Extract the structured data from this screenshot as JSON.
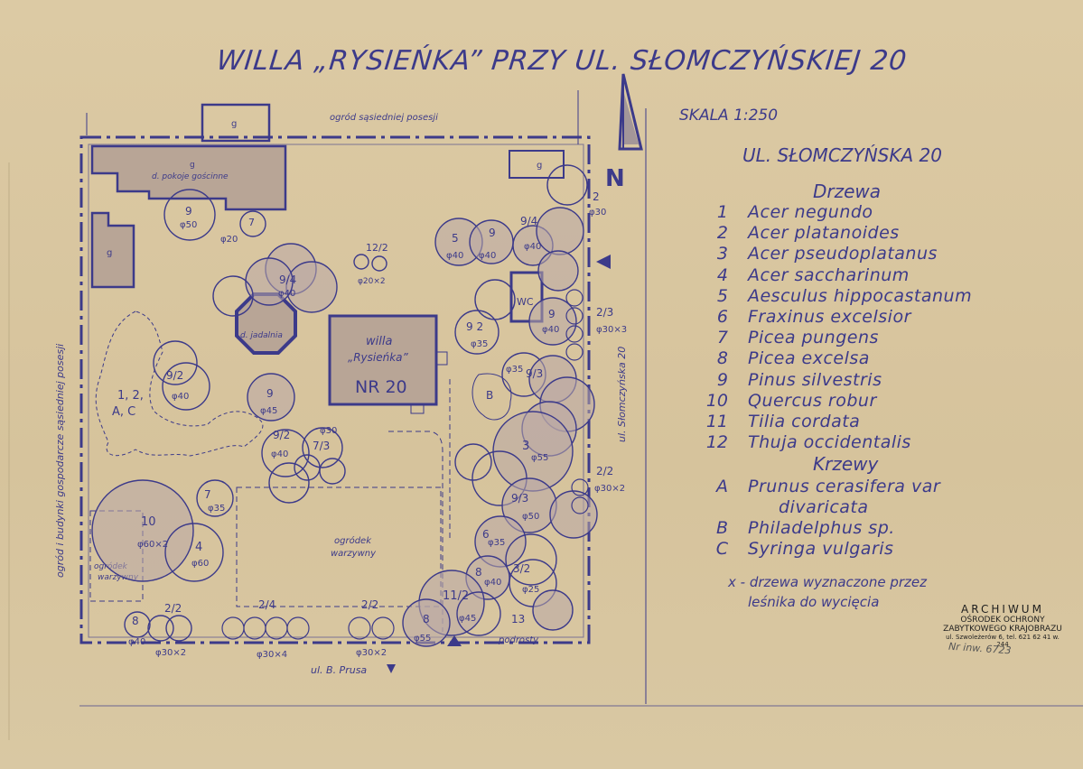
{
  "title": "WILLA „RYSIEŃKA” PRZY UL. SŁOMCZYŃSKIEJ 20",
  "scale": "SKALA 1:250",
  "address": "UL. SŁOMCZYŃSKA 20",
  "north": "N",
  "legend": {
    "trees_heading": "Drzewa",
    "trees": [
      {
        "num": "1",
        "name": "Acer negundo"
      },
      {
        "num": "2",
        "name": "Acer platanoides"
      },
      {
        "num": "3",
        "name": "Acer pseudoplatanus"
      },
      {
        "num": "4",
        "name": "Acer saccharinum"
      },
      {
        "num": "5",
        "name": "Aesculus hippocastanum"
      },
      {
        "num": "6",
        "name": "Fraxinus excelsior"
      },
      {
        "num": "7",
        "name": "Picea pungens"
      },
      {
        "num": "8",
        "name": "Picea excelsa"
      },
      {
        "num": "9",
        "name": "Pinus silvestris"
      },
      {
        "num": "10",
        "name": "Quercus robur"
      },
      {
        "num": "11",
        "name": "Tilia cordata"
      },
      {
        "num": "12",
        "name": "Thuja occidentalis"
      }
    ],
    "shrubs_heading": "Krzewy",
    "shrubs": [
      {
        "num": "A",
        "name": "Prunus cerasifera var"
      },
      {
        "num": "",
        "name": "divaricata"
      },
      {
        "num": "B",
        "name": "Philadelphus sp."
      },
      {
        "num": "C",
        "name": "Syringa vulgaris"
      }
    ],
    "note_line1": "x - drzewa wyznaczone przez",
    "note_line2": "leśnika do wycięcia"
  },
  "plan": {
    "neighbor_garden": "ogród sąsiedniej posesji",
    "left_side": "ogród i budynki gospodarcze sąsiedniej posesji",
    "right_street": "ul. Słomczyńska 20",
    "bottom_street": "ul. B. Prusa",
    "hedge": "podrosty",
    "garage": "g",
    "guest_house_g": "g",
    "guest_house": "d. pokoje gościnne",
    "dining": "d. jadalnia",
    "villa_1": "willa",
    "villa_2": "„Rysieńka”",
    "villa_nr": "NR 20",
    "wc": "WC",
    "veg_garden_1": "ogródek",
    "veg_garden_2": "warzywny",
    "shrub_group_1": "1, 2,",
    "shrub_group_2": "A, C",
    "shrub_b": "B",
    "tree_labels": [
      {
        "num": "9",
        "dia": "φ50"
      },
      {
        "num": "7",
        "dia": "φ20"
      },
      {
        "num": "9/4",
        "dia": "φ40"
      },
      {
        "num": "12/2",
        "dia": "φ20×2"
      },
      {
        "num": "9/2",
        "dia": "φ40"
      },
      {
        "num": "9",
        "dia": "φ45"
      },
      {
        "num": "9/2",
        "dia": "φ40"
      },
      {
        "num": "7/3",
        "dia": "φ30"
      },
      {
        "num": "7",
        "dia": "φ35"
      },
      {
        "num": "10",
        "dia": "φ60×2"
      },
      {
        "num": "4",
        "dia": "φ60"
      },
      {
        "num": "5",
        "dia": "φ40"
      },
      {
        "num": "9",
        "dia": "φ40"
      },
      {
        "num": "9/4",
        "dia": "φ40"
      },
      {
        "num": "9 2",
        "dia": "φ35"
      },
      {
        "num": "9",
        "dia": "φ40"
      },
      {
        "num": "9/3",
        "dia": "φ35"
      },
      {
        "num": "3",
        "dia": "φ55"
      },
      {
        "num": "9/3",
        "dia": "φ50"
      },
      {
        "num": "6",
        "dia": "φ35"
      },
      {
        "num": "3/2",
        "dia": "φ25"
      },
      {
        "num": "8",
        "dia": "φ40"
      },
      {
        "num": "11/2",
        "dia": "φ45"
      },
      {
        "num": "8",
        "dia": "φ55"
      },
      {
        "num": "13",
        "dia": ""
      },
      {
        "num": "8",
        "dia": "φ40"
      },
      {
        "num": "2/2",
        "dia": "φ30×2"
      },
      {
        "num": "2/4",
        "dia": "φ30×4"
      },
      {
        "num": "2/2",
        "dia": "φ30×2"
      },
      {
        "num": "2/3",
        "dia": "φ30×3"
      },
      {
        "num": "2/2",
        "dia": "φ30×2"
      },
      {
        "num": "2",
        "dia": "φ30"
      }
    ]
  },
  "stamp": {
    "line1": "ARCHIWUM",
    "line2": "OŚRODEK OCHRONY",
    "line3": "ZABYTKOWEGO KRAJOBRAZU",
    "line4": "ul. Szwoleżerów 6, tel. 621 62 41 w. 244",
    "inventory": "Nr inw. 6723"
  }
}
